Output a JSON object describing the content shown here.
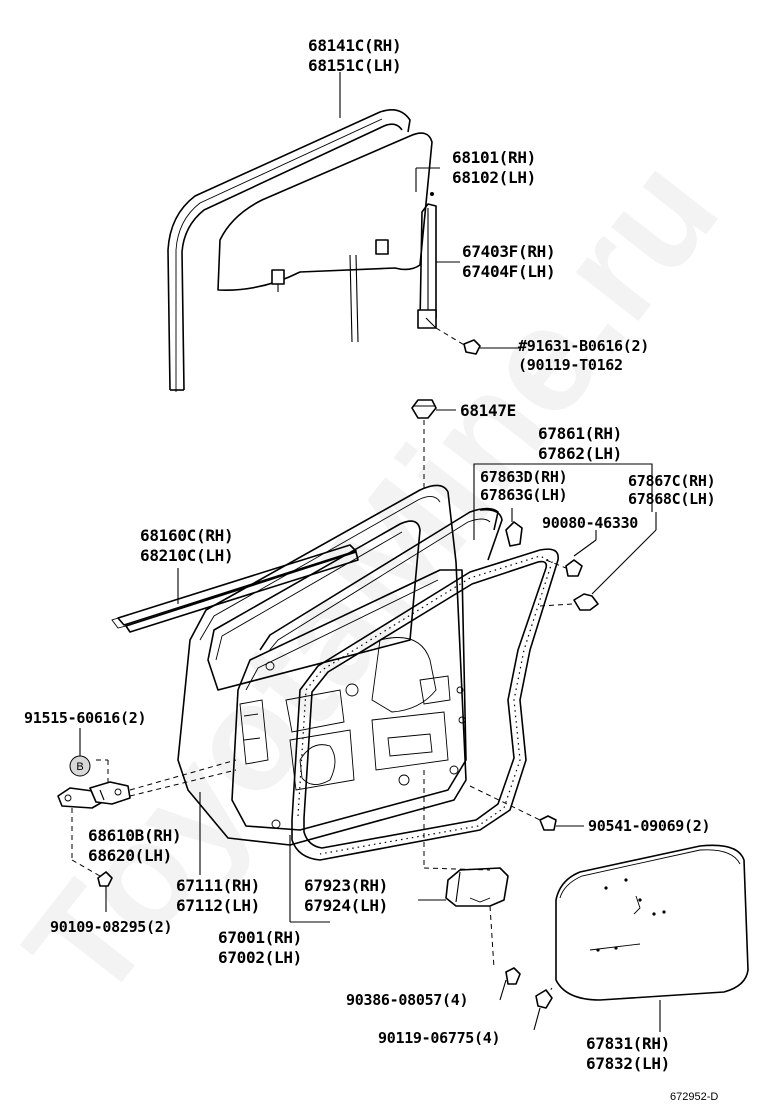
{
  "watermark": "ToyotaMine.ru",
  "figure_code": "672952-D",
  "labels": {
    "l68141c": "68141C(RH)",
    "l68151c": "68151C(LH)",
    "l68101": "68101(RH)",
    "l68102": "68102(LH)",
    "l67403f": "67403F(RH)",
    "l67404f": "67404F(LH)",
    "l91631": "#91631-B0616(2)",
    "l90119t": "(90119-T0162",
    "l68147e": "68147E",
    "l67861": "67861(RH)",
    "l67862": "67862(LH)",
    "l67863d": "67863D(RH)",
    "l67863g": "67863G(LH)",
    "l67867c": "67867C(RH)",
    "l67868c": "67868C(LH)",
    "l90080": "90080-46330",
    "l68160c": "68160C(RH)",
    "l68210c": "68210C(LH)",
    "l91515": "91515-60616(2)",
    "b_marker": "B",
    "l68610b": "68610B(RH)",
    "l68620": "68620(LH)",
    "l90109": "90109-08295(2)",
    "l67111": "67111(RH)",
    "l67112": "67112(LH)",
    "l67923": "67923(RH)",
    "l67924": "67924(LH)",
    "l67001": "67001(RH)",
    "l67002": "67002(LH)",
    "l90541": "90541-09069(2)",
    "l90386": "90386-08057(4)",
    "l90119_06775": "90119-06775(4)",
    "l67831": "67831(RH)",
    "l67832": "67832(LH)"
  }
}
